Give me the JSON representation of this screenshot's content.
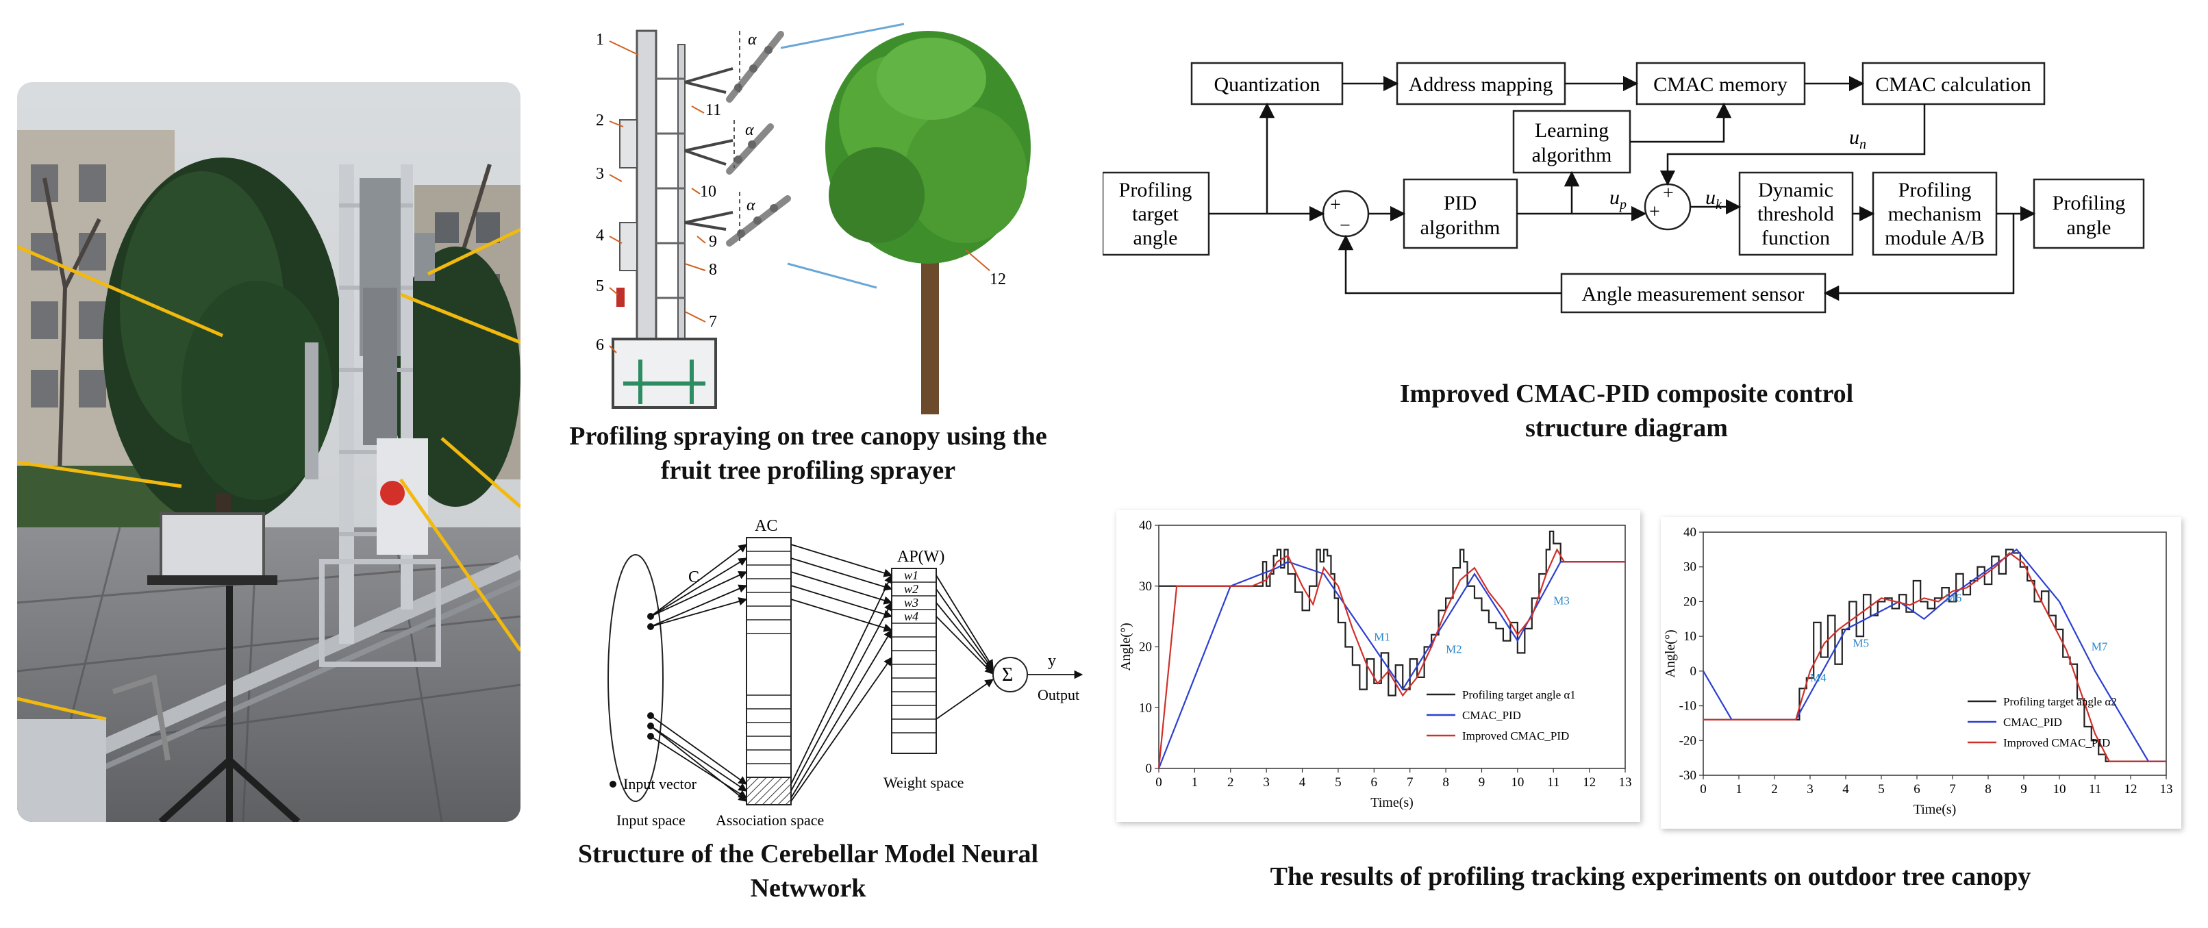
{
  "captions": {
    "sprayer": [
      "Profiling spraying on tree canopy using the",
      "fruit tree profiling sprayer"
    ],
    "control": [
      "Improved CMAC-PID composite control",
      "structure diagram"
    ],
    "cmac": [
      "Structure of the Cerebellar Model Neural",
      "Netwwork"
    ],
    "results": "The results of profiling tracking experiments on outdoor tree canopy"
  },
  "sprayer_labels": [
    "1",
    "2",
    "3",
    "4",
    "5",
    "6",
    "7",
    "8",
    "9",
    "10",
    "11",
    "12"
  ],
  "angle_labels": [
    "α",
    "α",
    "α"
  ],
  "control_diagram": {
    "quantization": "Quantization",
    "address_mapping": "Address mapping",
    "cmac_memory": "CMAC memory",
    "cmac_calculation": "CMAC calculation",
    "learning_algorithm": [
      "Learning",
      "algorithm"
    ],
    "target_angle": [
      "Profiling",
      "target",
      "angle"
    ],
    "pid": [
      "PID",
      "algorithm"
    ],
    "threshold": [
      "Dynamic",
      "threshold",
      "function"
    ],
    "mechanism": [
      "Profiling",
      "mechanism",
      "module A/B"
    ],
    "profiling_angle": [
      "Profiling",
      "angle"
    ],
    "sensor": "Angle measurement sensor",
    "sum_plus": "+",
    "sum_minus": "−",
    "u_n": "u",
    "u_n_sub": "n",
    "u_p": "u",
    "u_p_sub": "p",
    "u_k": "u",
    "u_k_sub": "k"
  },
  "cmac_network": {
    "ac": "AC",
    "ap": "AP(W)",
    "c": "C",
    "weights": [
      "w1",
      "w2",
      "w3",
      "w4"
    ],
    "sum": "Σ",
    "y": "y",
    "output": "Output",
    "input_vector": "Input vector",
    "input_space": "Input space",
    "association_space": "Association space",
    "weight_space": "Weight space"
  },
  "chart_data": [
    {
      "type": "line",
      "xlabel": "Time(s)",
      "ylabel": "Angle(°)",
      "xlim": [
        0,
        13
      ],
      "ylim": [
        0,
        40
      ],
      "xticks": [
        0,
        1,
        2,
        3,
        4,
        5,
        6,
        7,
        8,
        9,
        10,
        11,
        12,
        13
      ],
      "yticks": [
        0,
        10,
        20,
        30,
        40
      ],
      "legend_position": "bottom-right",
      "annotations": [
        {
          "text": "M1",
          "x": 6.0,
          "y": 21
        },
        {
          "text": "M2",
          "x": 8.0,
          "y": 19
        },
        {
          "text": "M3",
          "x": 11.0,
          "y": 27
        }
      ],
      "series": [
        {
          "name": "Profiling target angle α1",
          "color": "#222222",
          "style": "step",
          "x": [
            0,
            2.8,
            2.9,
            3.0,
            3.1,
            3.2,
            3.3,
            3.4,
            3.5,
            3.6,
            3.8,
            4.0,
            4.2,
            4.4,
            4.5,
            4.6,
            4.7,
            4.8,
            4.9,
            5.0,
            5.2,
            5.4,
            5.6,
            5.8,
            6.0,
            6.2,
            6.4,
            6.6,
            6.8,
            7.0,
            7.2,
            7.4,
            7.6,
            7.8,
            8.0,
            8.2,
            8.4,
            8.5,
            8.6,
            8.8,
            9.0,
            9.2,
            9.4,
            9.6,
            9.8,
            10.0,
            10.2,
            10.4,
            10.6,
            10.8,
            10.9,
            11.0,
            11.2,
            11.4,
            13
          ],
          "y": [
            30,
            30,
            34,
            30,
            32,
            35,
            36,
            33,
            36,
            32,
            29,
            26,
            30,
            36,
            34,
            36,
            35,
            32,
            28,
            24,
            20,
            17,
            13,
            18,
            14,
            19,
            12,
            17,
            13,
            18,
            15,
            20,
            22,
            26,
            28,
            33,
            36,
            34,
            30,
            28,
            26,
            24,
            23,
            21,
            24,
            19,
            23,
            28,
            32,
            36,
            39,
            37,
            34,
            34,
            34
          ]
        },
        {
          "name": "CMAC_PID",
          "color": "#2b3fd1",
          "style": "line",
          "x": [
            0,
            2.0,
            3.3,
            3.6,
            4.6,
            6.8,
            8.8,
            10.0,
            11.2,
            13
          ],
          "y": [
            0,
            30,
            33,
            34,
            32,
            13,
            32,
            21,
            34,
            34
          ]
        },
        {
          "name": "Improved CMAC_PID",
          "color": "#d0302a",
          "style": "line",
          "x": [
            0,
            0.5,
            2.6,
            3.0,
            3.3,
            3.6,
            4.0,
            4.3,
            4.6,
            5.0,
            5.4,
            5.8,
            6.1,
            6.4,
            6.8,
            7.2,
            7.6,
            8.0,
            8.4,
            8.8,
            9.2,
            9.6,
            10.0,
            10.4,
            10.8,
            11.1,
            11.3,
            13
          ],
          "y": [
            0,
            30,
            30,
            31,
            34,
            35,
            30,
            27,
            33,
            30,
            23,
            17,
            14,
            16,
            12,
            15,
            20,
            26,
            31,
            33,
            29,
            26,
            22,
            25,
            32,
            36,
            34,
            34
          ]
        }
      ]
    },
    {
      "type": "line",
      "xlabel": "Time(s)",
      "ylabel": "Angle(°)",
      "xlim": [
        0,
        13
      ],
      "ylim": [
        -30,
        40
      ],
      "xticks": [
        0,
        1,
        2,
        3,
        4,
        5,
        6,
        7,
        8,
        9,
        10,
        11,
        12,
        13
      ],
      "yticks": [
        -30,
        -20,
        -10,
        0,
        10,
        20,
        30,
        40
      ],
      "legend_position": "bottom-right",
      "annotations": [
        {
          "text": "M4",
          "x": 3.0,
          "y": -3
        },
        {
          "text": "M5",
          "x": 4.2,
          "y": 7
        },
        {
          "text": "M6",
          "x": 6.8,
          "y": 20
        },
        {
          "text": "M7",
          "x": 10.9,
          "y": 6
        }
      ],
      "series": [
        {
          "name": "Profiling target angle α2",
          "color": "#222222",
          "style": "step",
          "x": [
            0,
            2.6,
            2.7,
            2.9,
            3.1,
            3.3,
            3.5,
            3.7,
            3.9,
            4.1,
            4.3,
            4.5,
            4.7,
            4.9,
            5.1,
            5.3,
            5.5,
            5.7,
            5.9,
            6.1,
            6.3,
            6.5,
            6.7,
            6.9,
            7.1,
            7.3,
            7.5,
            7.7,
            7.9,
            8.1,
            8.3,
            8.5,
            8.7,
            8.9,
            9.1,
            9.3,
            9.5,
            9.7,
            9.9,
            10.1,
            10.3,
            10.5,
            10.7,
            10.9,
            11.1,
            11.3,
            13
          ],
          "y": [
            -14,
            -14,
            -5,
            -2,
            14,
            4,
            16,
            2,
            12,
            20,
            10,
            22,
            16,
            20,
            21,
            18,
            22,
            17,
            26,
            20,
            18,
            21,
            24,
            20,
            28,
            22,
            26,
            30,
            25,
            33,
            28,
            35,
            34,
            30,
            26,
            20,
            23,
            16,
            12,
            4,
            2,
            -8,
            -16,
            -20,
            -24,
            -26,
            -26
          ]
        },
        {
          "name": "CMAC_PID",
          "color": "#2b3fd1",
          "style": "line",
          "x": [
            0,
            0.8,
            2.6,
            4.0,
            5.5,
            6.2,
            7.0,
            8.8,
            10.0,
            11.0,
            12.5,
            13
          ],
          "y": [
            0,
            -14,
            -14,
            12,
            20,
            15,
            22,
            35,
            20,
            0,
            -26,
            -26
          ]
        },
        {
          "name": "Improved CMAC_PID",
          "color": "#d0302a",
          "style": "line",
          "x": [
            0,
            2.6,
            3.0,
            3.4,
            3.8,
            4.2,
            4.6,
            5.0,
            5.4,
            5.8,
            6.2,
            6.6,
            7.0,
            7.4,
            7.8,
            8.2,
            8.6,
            9.0,
            9.4,
            9.8,
            10.2,
            10.6,
            11.0,
            11.4,
            13
          ],
          "y": [
            -14,
            -14,
            0,
            8,
            12,
            15,
            18,
            21,
            20,
            19,
            21,
            20,
            23,
            24,
            27,
            30,
            34,
            31,
            22,
            14,
            6,
            -6,
            -18,
            -26,
            -26
          ]
        }
      ]
    }
  ]
}
